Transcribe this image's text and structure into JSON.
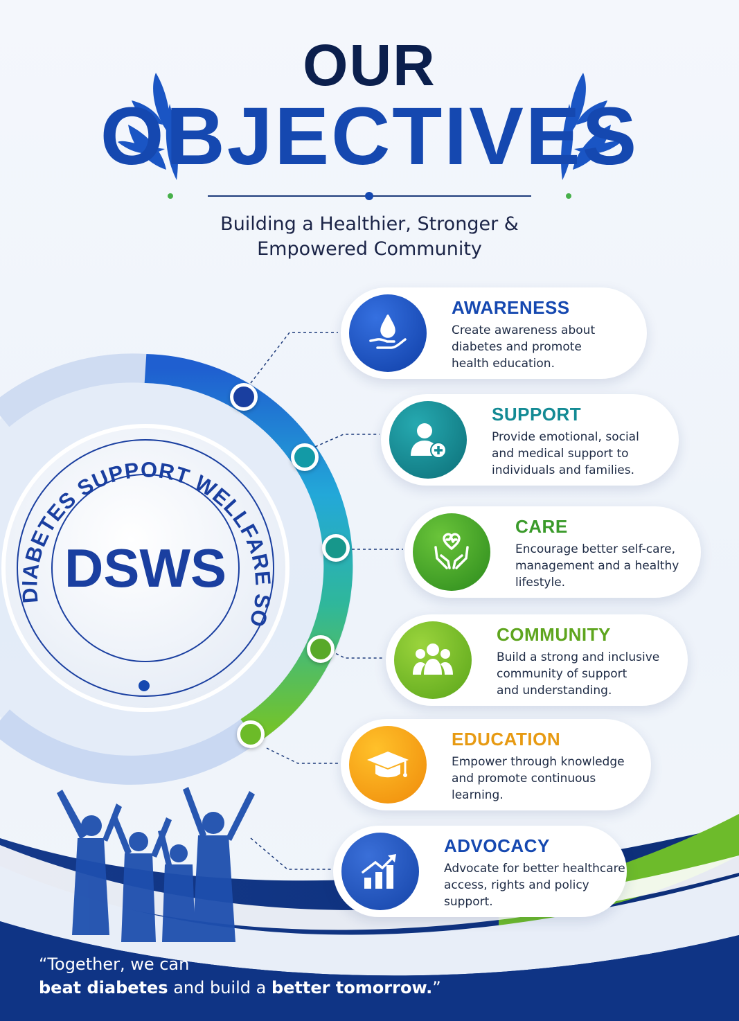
{
  "header": {
    "title_line1": "OUR",
    "title_line2": "OBJECTIVES",
    "subtitle_line1": "Building a Healthier, Stronger &",
    "subtitle_line2": "Empowered Community"
  },
  "emblem": {
    "abbr": "DSWS",
    "ring_text": "DIABETES SUPPORT WELLFARE SOCIETY"
  },
  "objectives": [
    {
      "title": "AWARENESS",
      "desc": [
        "Create awareness about",
        "diabetes and promote",
        "health education."
      ],
      "color": "#1548b0",
      "icon": "water-drop-hand-icon"
    },
    {
      "title": "SUPPORT",
      "desc": [
        "Provide emotional, social",
        "and medical support to",
        "individuals and families."
      ],
      "color": "#138a94",
      "icon": "user-plus-icon"
    },
    {
      "title": "CARE",
      "desc": [
        "Encourage better self-care,",
        "management and a healthy",
        "lifestyle."
      ],
      "color": "#3a9a2a",
      "icon": "hands-heart-icon"
    },
    {
      "title": "COMMUNITY",
      "desc": [
        "Build a strong and inclusive",
        "community of support",
        "and understanding."
      ],
      "color": "#5ea51e",
      "icon": "people-group-icon"
    },
    {
      "title": "EDUCATION",
      "desc": [
        "Empower through knowledge",
        "and promote continuous",
        "learning."
      ],
      "color": "#e79a12",
      "icon": "graduation-cap-icon"
    },
    {
      "title": "ADVOCACY",
      "desc": [
        "Advocate for better healthcare",
        "access, rights and policy",
        "support."
      ],
      "color": "#1548b0",
      "icon": "growth-chart-icon"
    }
  ],
  "footer": {
    "quote_line1": "“Together, we can",
    "quote_bold1": "beat diabetes",
    "quote_mid": " and build a ",
    "quote_bold2": "better tomorrow.",
    "quote_end": "”"
  },
  "colors": {
    "navy": "#0b1f4d",
    "blue": "#1548b0",
    "teal": "#138a94",
    "green": "#5ea51e",
    "orange": "#e79a12"
  }
}
